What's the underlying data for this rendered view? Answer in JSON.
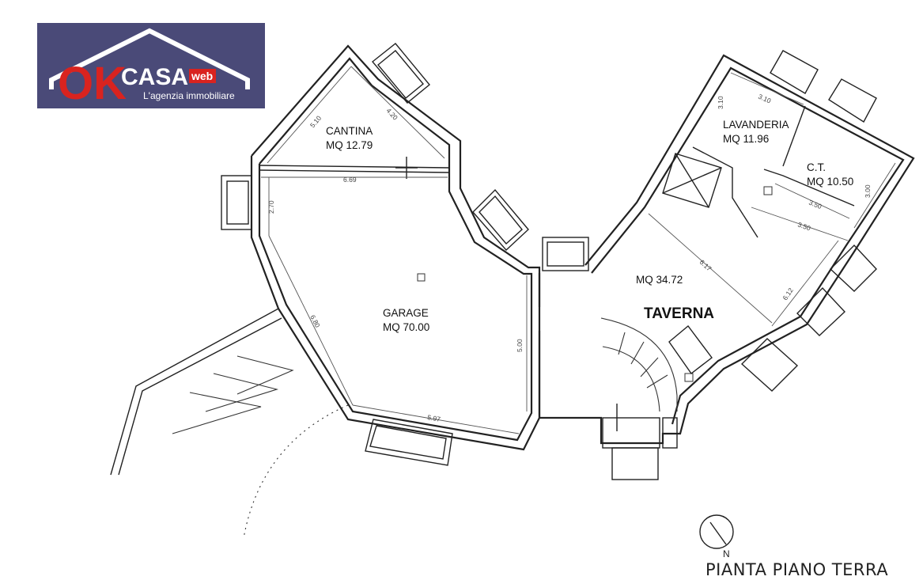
{
  "logo": {
    "ok": "OK",
    "casa": "CASA",
    "web": "web",
    "tagline": "L'agenzia immobiliare",
    "colors": {
      "background": "#4a4a78",
      "red": "#d9231f",
      "white": "#ffffff"
    }
  },
  "rooms": {
    "cantina": {
      "name": "CANTINA",
      "area": "MQ 12.79"
    },
    "garage": {
      "name": "GARAGE",
      "area": "MQ 70.00"
    },
    "lavanderia": {
      "name": "LAVANDERIA",
      "area": "MQ 11.96"
    },
    "ct": {
      "name": "C.T.",
      "area": "MQ 10.50"
    },
    "taverna": {
      "name": "TAVERNA",
      "area": "MQ 34.72"
    }
  },
  "dimensions": {
    "cantina_left": "5.10",
    "cantina_right": "4.20",
    "cantina_width": "6.69",
    "garage_left_upper": "2.70",
    "garage_left_lower": "6.80",
    "garage_bottom": "5.97",
    "garage_right": "5.00",
    "lav_top": "3.10",
    "lav_left": "3.10",
    "ct_right": "3.00",
    "ct_bottom": "3.50",
    "taverna_top": "3.50",
    "taverna_diag": "6.17",
    "taverna_right": "6.12"
  },
  "compass": {
    "north": "N"
  },
  "sheet_title": "PIANTA PIANO TERRA"
}
